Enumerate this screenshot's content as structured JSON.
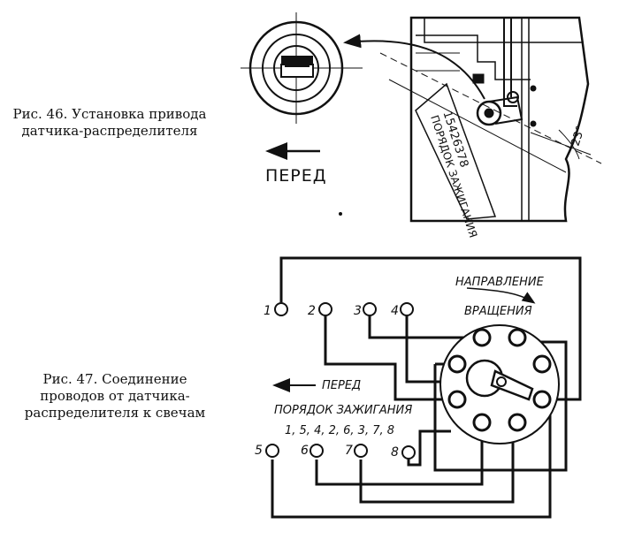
{
  "fig46": {
    "caption_line1": "Рис. 46. Установка привода",
    "caption_line2": "датчика-распределителя",
    "front_label": "ПЕРЕД",
    "angle_label": "23°",
    "order_label": "ПОРЯДОК ЗАЖИГАНИЯ",
    "order_numbers": "15426378"
  },
  "fig47": {
    "caption_line1": "Рис. 47. Соединение",
    "caption_line2": "проводов от датчика-",
    "caption_line3": "распределителя к свечам",
    "rotation_line1": "НАПРАВЛЕНИЕ",
    "rotation_line2": "ВРАЩЕНИЯ",
    "front_label": "ПЕРЕД",
    "firing_order_label": "ПОРЯДОК ЗАЖИГАНИЯ",
    "firing_order": "1, 5, 4, 2, 6, 3, 7, 8",
    "plugs": [
      "1",
      "2",
      "3",
      "4",
      "5",
      "6",
      "7",
      "8"
    ]
  }
}
